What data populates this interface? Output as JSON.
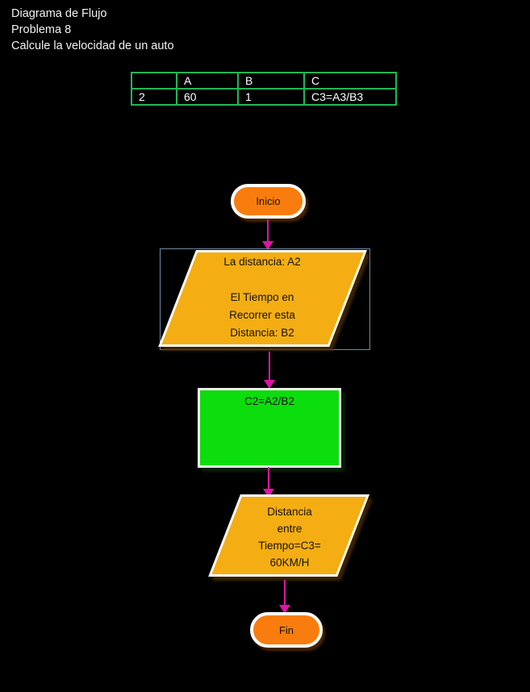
{
  "title": {
    "lines": [
      "Diagrama de Flujo",
      "Problema 8",
      "Calcule la velocidad de un auto"
    ]
  },
  "spreadsheet": {
    "headers": [
      "",
      "A",
      "B",
      "C"
    ],
    "row": [
      "2",
      "60",
      "1",
      "C3=A3/B3"
    ]
  },
  "flowchart": {
    "start_label": "Inicio",
    "input_lines": [
      "La distancia: A2",
      "",
      "El Tiempo en",
      "Recorrer esta",
      "Distancia: B2"
    ],
    "process_label": "C2=A2/B2",
    "output_lines": [
      "Distancia",
      "entre",
      "Tiempo=C3=",
      "60KM/H"
    ],
    "end_label": "Fin"
  },
  "colors": {
    "background": "#000000",
    "title_text": "#f2f2f2",
    "table_border": "#21b852",
    "table_text": "#ffffff",
    "terminator_fill": "#f97d0e",
    "io_fill": "#f4ae13",
    "process_fill": "#0cdd0c",
    "shape_border": "#ffffff",
    "shape_text": "#131103",
    "arrow": "#de14a5",
    "selection_box": "#6f8ca6"
  }
}
